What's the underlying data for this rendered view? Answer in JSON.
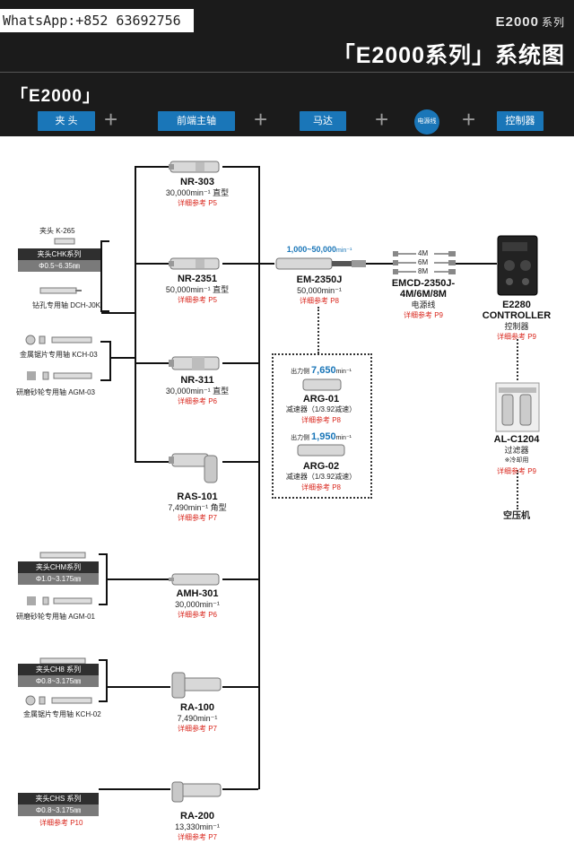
{
  "watermark": "WhatsApp:+852 63692756",
  "header": {
    "brand": "E2000",
    "brand_sub": "系列",
    "title": "「E2000系列」系统图",
    "series_label": "「E2000」"
  },
  "categories": [
    "夹 头",
    "前端主轴",
    "马达",
    "电源线",
    "控制器"
  ],
  "chucks": {
    "k265": "夹头  K-265",
    "chk_series": "夹头CHK系列",
    "chk_range": "Φ0.5~6.35㎜",
    "dch": "钻孔专用轴  DCH-J0K",
    "kch03": "金属锯片专用轴 KCH-03",
    "agm03": "研磨砂轮专用轴 AGM-03",
    "chm_series": "夹头CHM系列",
    "chm_range": "Φ1.0~3.175㎜",
    "agm01": "研磨砂轮专用轴  AGM-01",
    "ch8_series": "夹头CH8 系列",
    "ch8_range": "Φ0.8~3.175㎜",
    "kch02": "金属锯片专用轴  KCH-02",
    "chs_series": "夹头CHS 系列",
    "chs_range": "Φ0.8~3.175㎜",
    "chs_ref": "详细参考 P10"
  },
  "spindles": [
    {
      "model": "NR-303",
      "spec": "30,000min⁻¹ 直型",
      "ref": "详细参考 P5"
    },
    {
      "model": "NR-2351",
      "spec": "50,000min⁻¹ 直型",
      "ref": "详细参考 P5"
    },
    {
      "model": "NR-311",
      "spec": "30,000min⁻¹ 直型",
      "ref": "详细参考 P6"
    },
    {
      "model": "RAS-101",
      "spec": "7,490min⁻¹ 角型",
      "ref": "详细参考 P7"
    },
    {
      "model": "AMH-301",
      "spec": "30,000min⁻¹",
      "ref": "详细参考 P6"
    },
    {
      "model": "RA-100",
      "spec": "7,490min⁻¹",
      "ref": "详细参考 P7"
    },
    {
      "model": "RA-200",
      "spec": "13,330min⁻¹",
      "ref": "详细参考 P7"
    }
  ],
  "motor": {
    "range": "1,000~50,000",
    "range_unit": "min⁻¹",
    "model": "EM-2350J",
    "spec": "50,000min⁻¹",
    "ref": "详细参考 P8"
  },
  "reducers": [
    {
      "out_label": "出力侧",
      "out_value": "7,650",
      "out_unit": "min⁻¹",
      "model": "ARG-01",
      "desc": "减速器（1/3.92减速）",
      "ref": "详细参考 P8"
    },
    {
      "out_label": "出力侧",
      "out_value": "1,950",
      "out_unit": "min⁻¹",
      "model": "ARG-02",
      "desc": "减速器（1/3.92减速）",
      "ref": "详细参考 P8"
    }
  ],
  "cable": {
    "lengths": [
      "4M",
      "6M",
      "8M"
    ],
    "model": "EMCD-2350J-",
    "model2": "4M/6M/8M",
    "desc": "电源线",
    "ref": "详细参考 P9"
  },
  "controller": {
    "model": "E2280",
    "model2": "CONTROLLER",
    "desc": "控制器",
    "ref": "详细参考 P9"
  },
  "filter": {
    "model": "AL-C1204",
    "desc": "过滤器",
    "desc2": "※冷却用",
    "ref": "详细参考 P9"
  },
  "compressor": "空压机",
  "colors": {
    "accent": "#1a76b8",
    "header": "#1b1b1b",
    "ref": "#d9261c"
  }
}
